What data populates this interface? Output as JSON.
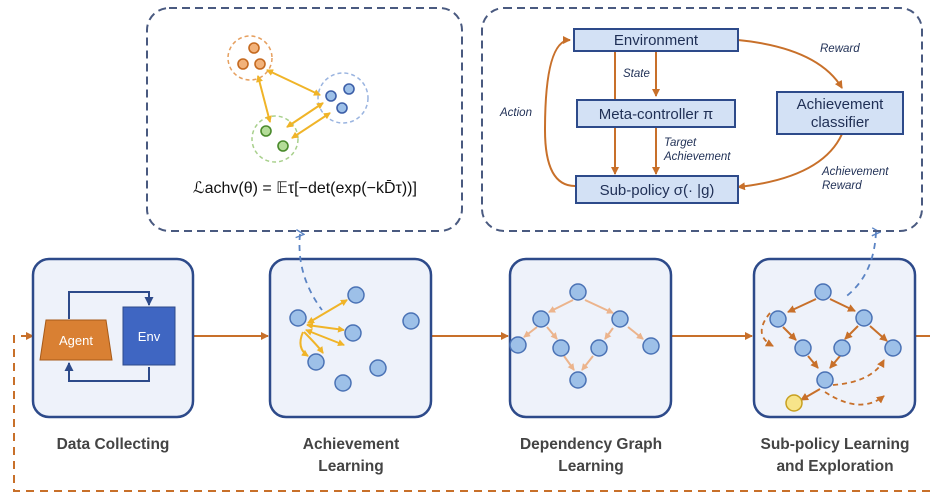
{
  "stages": [
    {
      "label": "Data Collecting"
    },
    {
      "label": "Achievement\nLearning"
    },
    {
      "label": "Dependency Graph\nLearning"
    },
    {
      "label": "Sub-policy Learning\nand Exploration"
    }
  ],
  "data_collecting": {
    "agent_label": "Agent",
    "env_label": "Env"
  },
  "loss_formula": "ℒachv(θ) = 𝔼τ[−det(exp(−kD̄τ))]",
  "hierarchy": {
    "nodes": {
      "environment": "Environment",
      "meta_controller": "Meta-controller π",
      "achievement_classifier": "Achievement\nclassifier",
      "sub_policy": "Sub-policy σ(· |g)"
    },
    "edge_labels": {
      "state": "State",
      "action": "Action",
      "reward": "Reward",
      "target_achievement": "Target\nAchievement",
      "achievement_reward": "Achievement\nReward"
    }
  },
  "colors": {
    "flow_arrow": "#c8702a",
    "node_blue_fill": "#9dc0e8",
    "node_blue_stroke": "#4a72b5",
    "attract_arrow": "#f0b428",
    "orange_cluster": "#e6a060",
    "green_cluster": "#7cbd60",
    "dashed_border": "#4a5a80",
    "env_block": "#3f66c2",
    "agent_block": "#d98033"
  }
}
